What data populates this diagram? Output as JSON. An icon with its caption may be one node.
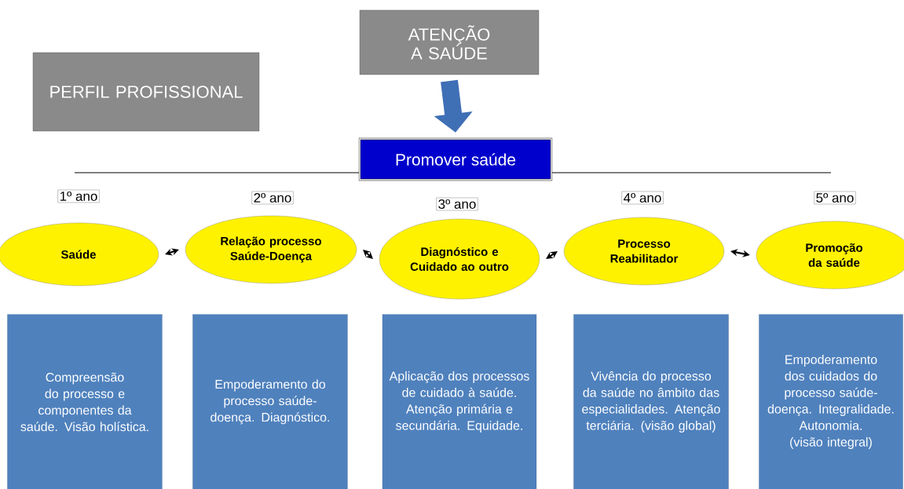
{
  "diagram": {
    "nodes": [
      {
        "text": [
          "ATENÇÃO A SAÚDE"
        ]
      },
      {
        "text": [
          "PERFIL PROFISSIONAL"
        ]
      },
      {
        "text": [
          "Promover saúde"
        ]
      },
      {
        "text": [
          "Saúde"
        ],
        "beside": [
          "1º ano"
        ]
      },
      {
        "text": [
          "Relação processo Saúde-Doença"
        ],
        "beside": [
          "2º ano"
        ]
      },
      {
        "text": [
          "Diagnóstico e Cuidado ao outro"
        ],
        "beside": [
          "3º ano"
        ]
      },
      {
        "text": [
          "Processo Reabilitador"
        ],
        "beside": [
          "4º ano"
        ]
      },
      {
        "text": [
          "Promoção da saúde"
        ],
        "beside": [
          "5º ano"
        ]
      },
      {
        "text": [
          "Compreensão do processo e componentes da saúde. Visão holística."
        ]
      },
      {
        "text": [
          "Empoderamento do processo saúde-doença. Diagnóstico."
        ]
      },
      {
        "text": [
          "Aplicação dos processos de cuidado à saúde. Atenção primária e secundária. Equidade."
        ]
      },
      {
        "text": [
          "Vivência do processo da saúde no âmbito das especialidades. Atenção terciária. (visão global)"
        ]
      },
      {
        "text": [
          "Empoderamento dos cuidados do processo saúde-doença. Integralidade. Autonomia. (visão integral)"
        ]
      }
    ],
    "edges": [
      {
        "from": 0,
        "to": 2,
        "arrow": "to",
        "style": "thick",
        "color": "#3f6fb5"
      },
      {
        "from": 3,
        "to": 4,
        "arrow": "both"
      },
      {
        "from": 4,
        "to": 5,
        "arrow": "both"
      },
      {
        "from": 5,
        "to": 6,
        "arrow": "both"
      },
      {
        "from": 6,
        "to": 7,
        "arrow": "both"
      }
    ]
  }
}
